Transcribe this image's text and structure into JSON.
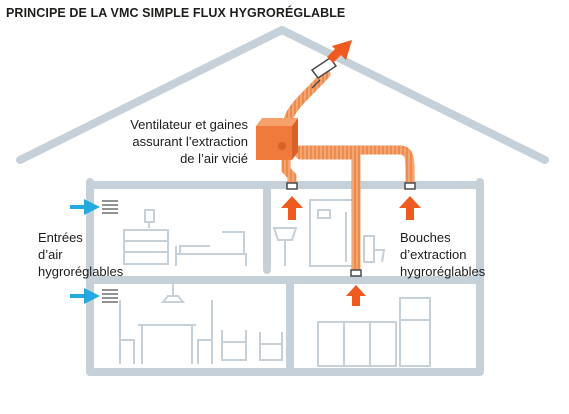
{
  "title": "PRINCIPE DE LA VMC SIMPLE FLUX HYGRORÉGLABLE",
  "labels": {
    "fan": [
      "Ventilateur et gaines",
      "assurant l’extraction",
      "de l’air vicié"
    ],
    "inlets": [
      "Entrées",
      "d’air",
      "hygroréglables"
    ],
    "outlets": [
      "Bouches",
      "d’extraction",
      "hygroréglables"
    ]
  },
  "colors": {
    "house": "#c5d0d9",
    "duct": "#f08a4b",
    "arrow": "#ef5a20",
    "inlet_arrow": "#24a9e1",
    "text": "#1d1d1b"
  },
  "icons": [
    "fan-unit-icon",
    "roof-outlet-icon",
    "air-inlet-icon",
    "extraction-outlet-icon",
    "furniture-icon"
  ]
}
